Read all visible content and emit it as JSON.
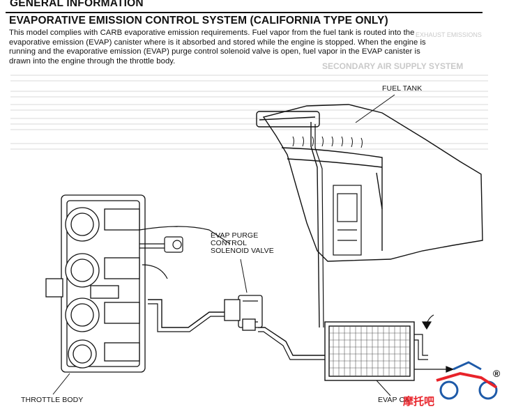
{
  "header": {
    "section": "GENERAL INFORMATION"
  },
  "title": "EVAPORATIVE EMISSION CONTROL SYSTEM (CALIFORNIA TYPE ONLY)",
  "body_lines": [
    "This model complies with CARB evaporative emission requirements. Fuel vapor from the fuel tank is routed into the",
    "evaporative emission (EVAP) canister where is it absorbed and stored while the engine is stopped. When the engine is",
    "running and the evaporative emission (EVAP) purge control solenoid valve is open, fuel vapor in the EVAP canister is",
    "drawn into the engine through the throttle body."
  ],
  "ghost_text": {
    "exhaust": "EXHAUST EMISSIONS",
    "secondary": "SECONDARY AIR SUPPLY SYSTEM"
  },
  "labels": {
    "fuel_tank": "FUEL TANK",
    "evap_purge_1": "EVAP PURGE",
    "evap_purge_2": "CONTROL",
    "evap_purge_3": "SOLENOID VALVE",
    "throttle_body": "THROTTLE BODY",
    "evap_canister": "EVAP CA"
  },
  "watermark": {
    "text": "摩托吧",
    "registered": "®"
  },
  "colors": {
    "ink": "#111111",
    "ghost": "#c9c9c9",
    "watermark_red": "#e8232a",
    "watermark_blue": "#1e5aa8"
  }
}
